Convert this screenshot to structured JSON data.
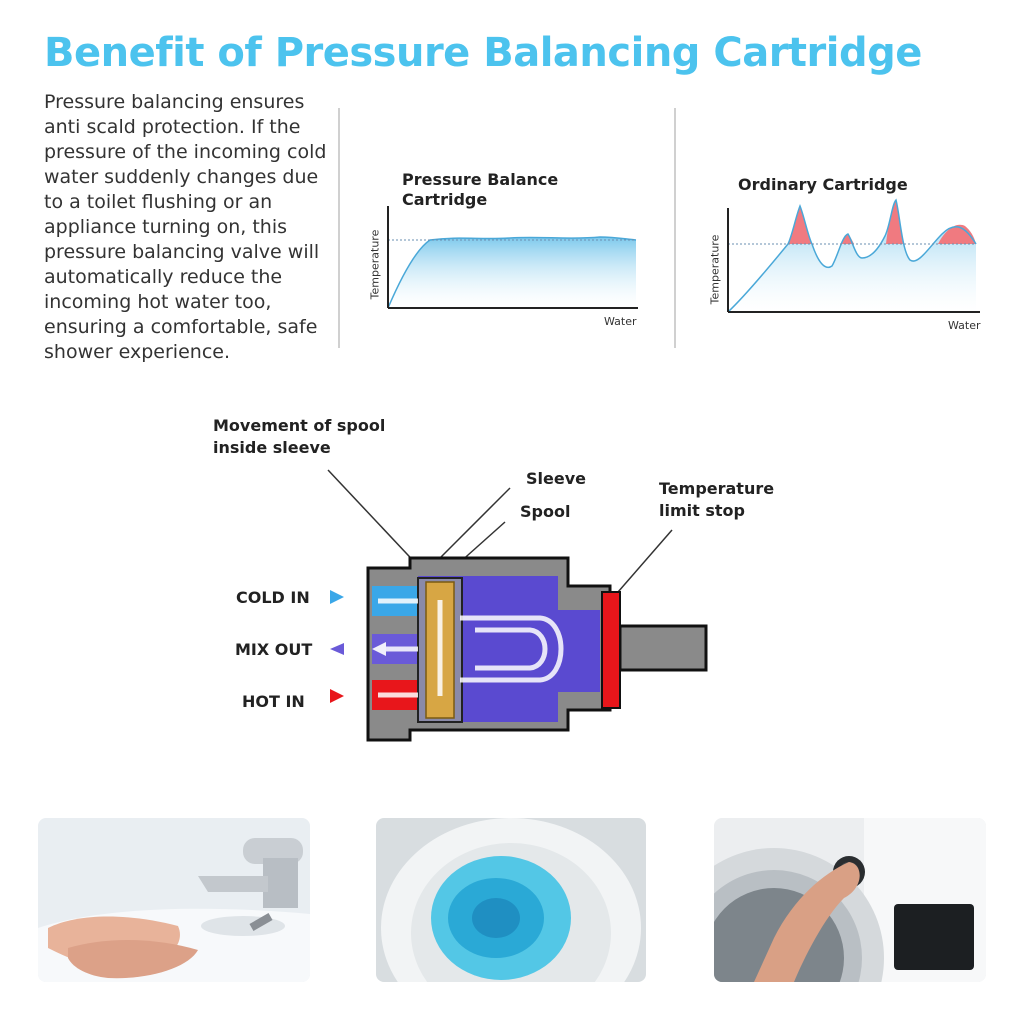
{
  "header": {
    "title": "Benefit of Pressure Balancing Cartridge",
    "description": "Pressure balancing ensures anti scald protection. If the pressure of the incoming cold water suddenly changes due to a toilet flushing or an appliance turning on, this pressure balancing valve will automatically reduce the incoming hot water too, ensuring a comfortable, safe shower experience."
  },
  "charts": {
    "left": {
      "title_line1": "Pressure Balance",
      "title_line2": "Cartridge",
      "ylabel": "Temperature",
      "xlabel": "Water"
    },
    "right": {
      "title": "Ordinary Cartridge",
      "ylabel": "Temperature",
      "xlabel": "Water"
    }
  },
  "diagram": {
    "movement_line1": "Movement of spool",
    "movement_line2": "inside sleeve",
    "sleeve": "Sleeve",
    "spool": "Spool",
    "temp_line1": "Temperature",
    "temp_line2": "limit stop",
    "cold_in": "COLD IN",
    "mix_out": "MIX OUT",
    "hot_in": "HOT IN"
  },
  "colors": {
    "title": "#4cc3ee",
    "cold": "#3aa7e8",
    "hot": "#e8161b",
    "mix": "#6a5ad8",
    "body": "#5a4ad0"
  },
  "photos": [
    {
      "icon": "hands-washing-icon"
    },
    {
      "icon": "toilet-flush-icon"
    },
    {
      "icon": "washing-machine-icon"
    }
  ]
}
